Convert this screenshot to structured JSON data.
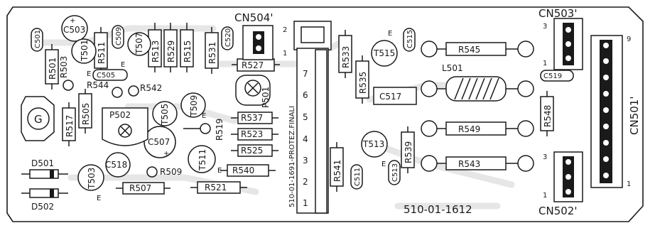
{
  "board": {
    "part_number": "510-01-1612",
    "connector_label": "510-01-1691-PROTEZ.FINALI"
  },
  "resistors": {
    "R501": "R501",
    "R503": "R503",
    "R505": "R505",
    "R507": "R507",
    "R509": "R509",
    "R511": "R511",
    "R513": "R513",
    "R515": "R515",
    "R517": "R517",
    "R519": "R519",
    "R521": "R521",
    "R523": "R523",
    "R525": "R525",
    "R527": "R527",
    "R529": "R529",
    "R531": "R531",
    "R533": "R533",
    "R535": "R535",
    "R537": "R537",
    "R539": "R539",
    "R540": "R540",
    "R541": "R541",
    "R542": "R542",
    "R543": "R543",
    "R544": "R544",
    "R545": "R545",
    "R548": "R548",
    "R549": "R549"
  },
  "capacitors": {
    "C501": "C501",
    "C503": "C503",
    "C505": "C505",
    "C507": "C507",
    "C509": "C509",
    "C511": "C511",
    "C513": "C513",
    "C515": "C515",
    "C517": "C517",
    "C518": "C518",
    "C519": "C519",
    "C520": "C520"
  },
  "transistors": {
    "T501": "T501",
    "T503": "T503",
    "T505": "T505",
    "T507": "T507",
    "T509": "T509",
    "T511": "T511",
    "T513": "T513",
    "T515": "T515"
  },
  "other": {
    "P501": "P501",
    "P502": "P502",
    "L501": "L501",
    "D501": "D501",
    "D502": "D502",
    "G": "G"
  },
  "connectors": {
    "CN501": "CN501'",
    "CN502": "CN502'",
    "CN503": "CN503'",
    "CN504": "CN504'"
  },
  "pins": {
    "e": "E",
    "plus": "+",
    "n1": "1",
    "n2": "2",
    "n3": "3",
    "n4": "4",
    "n5": "5",
    "n6": "6",
    "n7": "7",
    "n9": "9"
  }
}
